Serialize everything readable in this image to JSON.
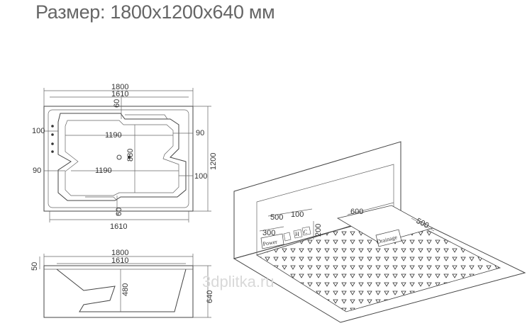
{
  "title": "Размер: 1800x1200x640 мм",
  "top_view": {
    "width_outer": "1800",
    "width_inner": "1610",
    "width_inner_bottom": "1610",
    "gap_top": "60",
    "gap_bottom": "60",
    "left_100": "100",
    "right_90": "90",
    "length_top": "1190",
    "length_bottom": "1190",
    "depth_center": "880",
    "left_90": "90",
    "right_100": "100",
    "height_total": "1200"
  },
  "side_view": {
    "width_outer": "1800",
    "width_inner": "1610",
    "rim": "50",
    "inner_depth": "480",
    "total_height": "640"
  },
  "room_view": {
    "dim_500": "500",
    "dim_100": "100",
    "dim_600": "600",
    "dim_300": "300",
    "dim_200": "200",
    "dim_500_right": "500",
    "power_label": "Power",
    "drainage_label": "Drainage",
    "c_label": "C",
    "h_label": "H"
  },
  "watermark": "3dplitka.ru"
}
